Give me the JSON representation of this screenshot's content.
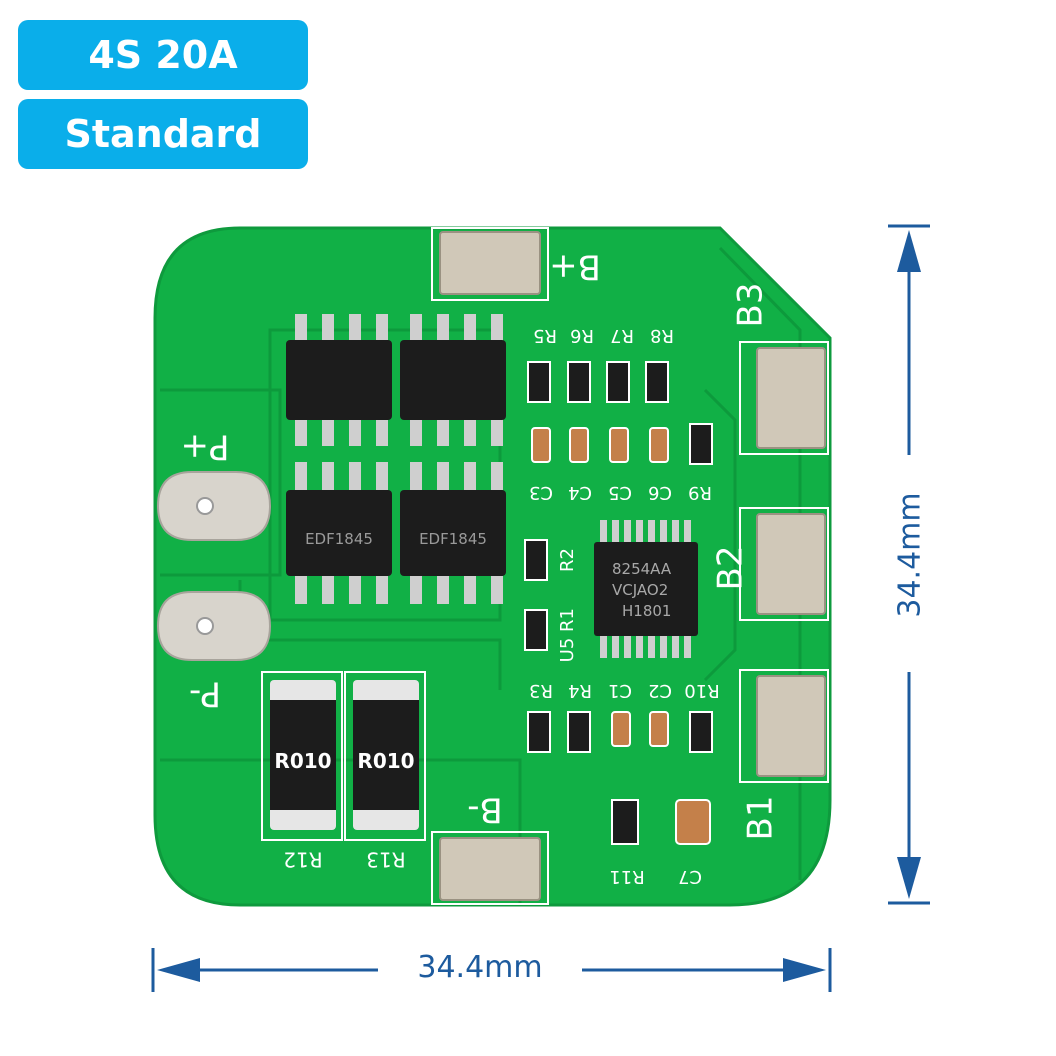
{
  "badges": {
    "config": "4S 20A",
    "edition": "Standard"
  },
  "dimensions": {
    "width": "34.4mm",
    "height": "34.4mm"
  },
  "board": {
    "pads": {
      "bplus": "B+",
      "bminus": "B-",
      "pplus": "P+",
      "pminus": "P-",
      "b1": "B1",
      "b2": "B2",
      "b3": "B3"
    },
    "sense_resistors": [
      {
        "ref": "R12",
        "marking": "R010"
      },
      {
        "ref": "R13",
        "marking": "R010"
      }
    ],
    "ic_marking": [
      "8254AA",
      "VCJAO2",
      "H1801"
    ],
    "mosfet_marking": "EDF1845",
    "top_labels": [
      "R5",
      "R6",
      "R7",
      "R8"
    ],
    "cap_labels": [
      "C3",
      "C4",
      "C5",
      "C6",
      "R9"
    ],
    "bottom_labels": [
      "R3",
      "R4",
      "C1",
      "C2",
      "R10"
    ],
    "side_labels": [
      "R2",
      "R1",
      "U5"
    ],
    "small_labels": [
      "R11",
      "C7"
    ],
    "colors": {
      "pcb": "#11b046",
      "silk": "#ffffff",
      "accent": "#0aaeea",
      "dimension": "#1d5b9e"
    }
  }
}
